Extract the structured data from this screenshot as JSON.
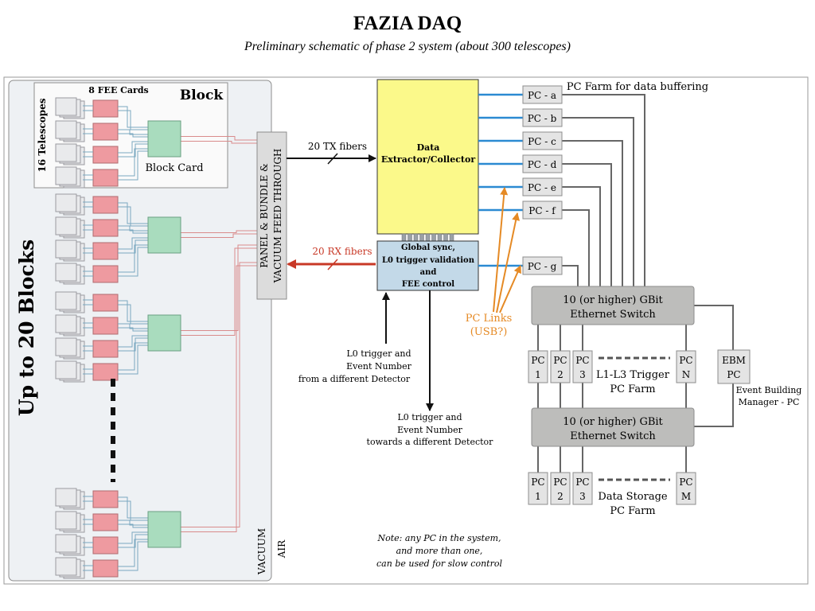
{
  "header": {
    "title": "FAZIA DAQ",
    "subtitle": "Preliminary schematic of phase 2 system (about 300 telescopes)"
  },
  "left": {
    "side_label": "Up to 20 Blocks",
    "block_label": "Block",
    "fee_cards_label": "8 FEE Cards",
    "telescopes_label": "16 Telescopes",
    "block_card_label": "Block Card",
    "vacuum_label": "VACUUM",
    "air_label": "AIR"
  },
  "panel": {
    "line1": "PANEL & BUNDLE &",
    "line2": "VACUUM FEED THROUGH"
  },
  "fibers": {
    "tx": "20 TX fibers",
    "rx": "20 RX fibers"
  },
  "collector": {
    "line1": "Data",
    "line2": "Extractor/Collector"
  },
  "sync": {
    "line1": "Global sync,",
    "line2": "L0 trigger validation",
    "line3": "and",
    "line4": "FEE control"
  },
  "pc_links": {
    "line1": "PC Links",
    "line2": "(USB?)"
  },
  "pc_farm": {
    "label": "PC Farm for data buffering",
    "pcs": [
      "PC - a",
      "PC - b",
      "PC - c",
      "PC - d",
      "PC - e",
      "PC - f"
    ],
    "pc_g": "PC - g"
  },
  "switch1": {
    "line1": "10 (or higher) GBit",
    "line2": "Ethernet Switch"
  },
  "switch2": {
    "line1": "10 (or higher) GBit",
    "line2": "Ethernet Switch"
  },
  "trigger_farm": {
    "pcs": [
      {
        "a": "PC",
        "b": "1"
      },
      {
        "a": "PC",
        "b": "2"
      },
      {
        "a": "PC",
        "b": "3"
      },
      {
        "a": "PC",
        "b": "N"
      }
    ],
    "label1": "L1-L3 Trigger",
    "label2": "PC Farm"
  },
  "ebm": {
    "a": "EBM",
    "b": "PC",
    "label1": "Event Building",
    "label2": "Manager - PC"
  },
  "storage_farm": {
    "pcs": [
      {
        "a": "PC",
        "b": "1"
      },
      {
        "a": "PC",
        "b": "2"
      },
      {
        "a": "PC",
        "b": "3"
      },
      {
        "a": "PC",
        "b": "M"
      }
    ],
    "label1": "Data Storage",
    "label2": "PC Farm"
  },
  "trigger_in": {
    "line1": "L0 trigger and",
    "line2": "Event Number",
    "line3": "from a different Detector"
  },
  "trigger_out": {
    "line1": "L0 trigger and",
    "line2": "Event Number",
    "line3": "towards a different Detector"
  },
  "note": {
    "line1": "Note: any PC in the system,",
    "line2": "and more than one,",
    "line3": "can be used for slow control"
  },
  "colors": {
    "collector": "#fbf98a",
    "sync": "#c3d9e8",
    "switch": "#bdbdbb",
    "pc": "#e4e4e4",
    "fee_card": "#ee9aa0",
    "block_card": "#a9dcbe",
    "rx_arrow": "#c83826",
    "pc_link": "#e58a25",
    "link_blue": "#2b8ad2"
  }
}
